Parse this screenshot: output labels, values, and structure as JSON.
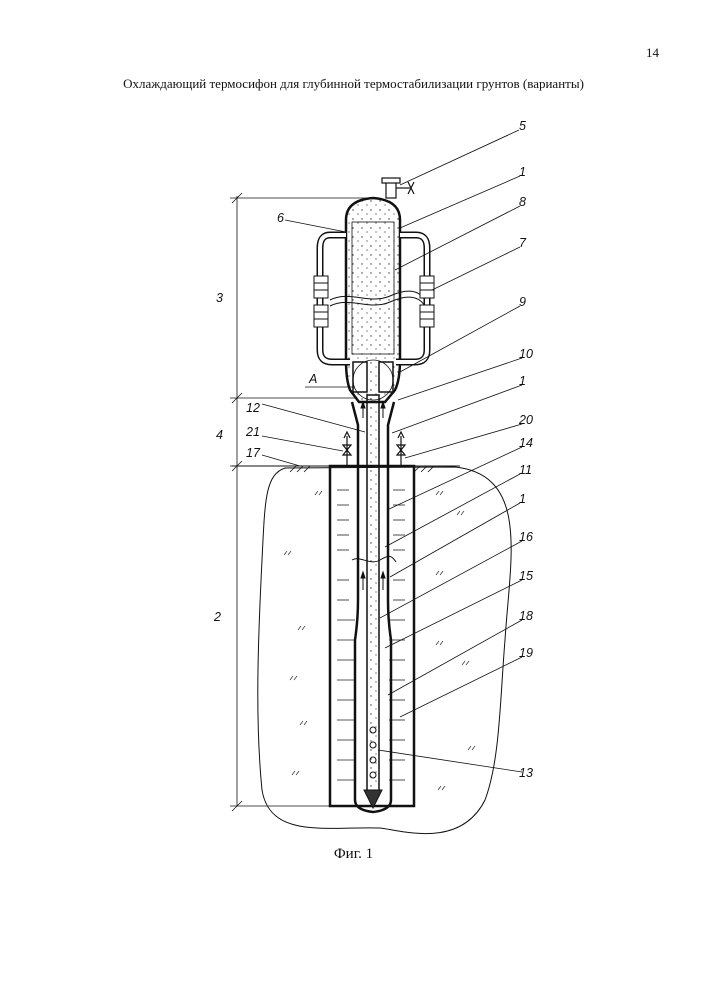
{
  "page_number": "14",
  "title": "Охлаждающий термосифон для глубинной термостабилизации грунтов (варианты)",
  "caption": "Фиг. 1",
  "labels": {
    "l1a": "1",
    "l1b": "1",
    "l1c": "1",
    "l2": "2",
    "l3": "3",
    "l4": "4",
    "l5": "5",
    "l6": "6",
    "l7": "7",
    "l8": "8",
    "l9": "9",
    "l10": "10",
    "l11": "11",
    "l12": "12",
    "l13": "13",
    "l14": "14",
    "l15": "15",
    "l16": "16",
    "l17": "17",
    "l18": "18",
    "l19": "19",
    "l20": "20",
    "l21": "21",
    "lA": "А"
  }
}
